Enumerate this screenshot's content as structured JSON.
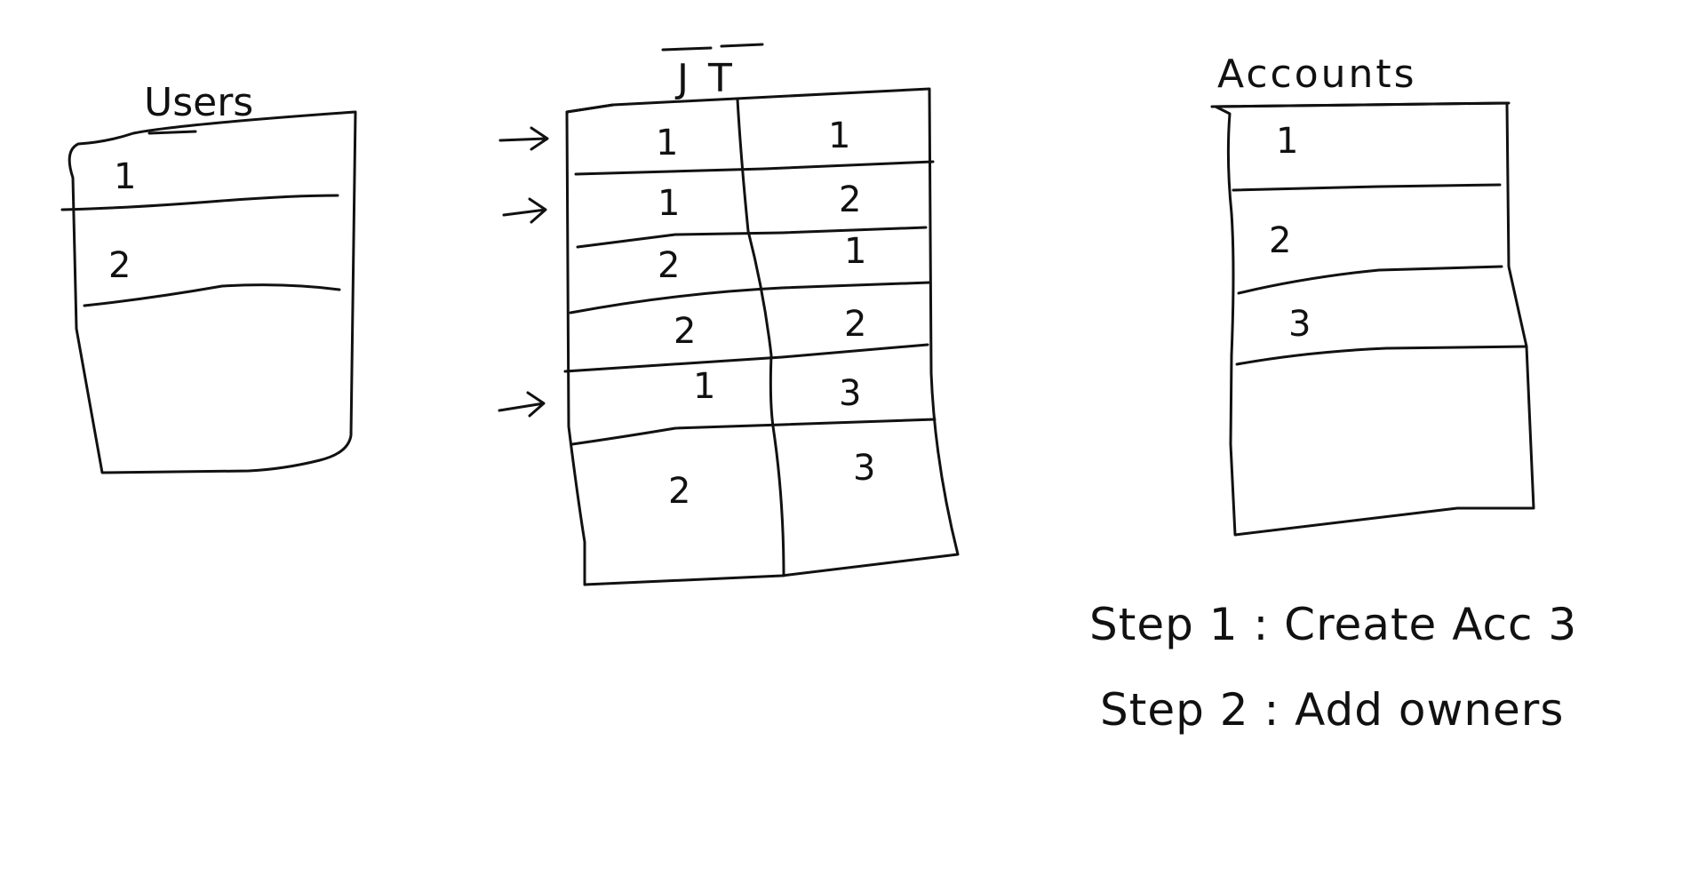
{
  "users": {
    "title": "Users",
    "rows": [
      "1",
      "2"
    ]
  },
  "jt": {
    "title": "JT",
    "rows": [
      [
        "1",
        "1"
      ],
      [
        "1",
        "2"
      ],
      [
        "2",
        "1"
      ],
      [
        "2",
        "2"
      ],
      [
        "1",
        "3"
      ],
      [
        "2",
        "3"
      ]
    ],
    "arrow": "→"
  },
  "accounts": {
    "title": "Accounts",
    "rows": [
      "1",
      "2",
      "3"
    ]
  },
  "steps": {
    "step1": "Step 1 : Create Acc 3",
    "step2": "Step 2 : Add owners"
  }
}
